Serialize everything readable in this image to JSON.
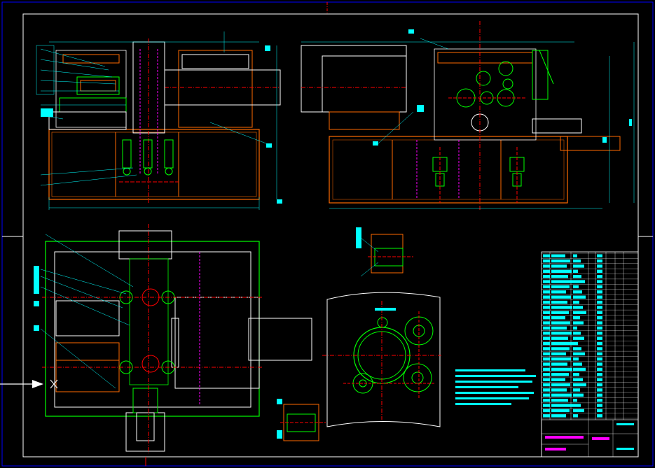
{
  "drawing": {
    "colors": {
      "background": "#000000",
      "border": "#0000ff",
      "frame": "#ffffff",
      "outline": "#00ff00",
      "text": "#00ffff",
      "centerline": "#ff0000",
      "hidden": "#ff00ff",
      "section": "#ff6a00",
      "body": "#ffffff"
    },
    "views": [
      {
        "key": "front-elevation-view"
      },
      {
        "key": "side-elevation-view"
      },
      {
        "key": "plan-view"
      },
      {
        "key": "detail-view-a"
      },
      {
        "key": "detail-view-b"
      },
      {
        "key": "gear-layout-view"
      }
    ],
    "title_block": {
      "rows": 32
    },
    "tech_notes": {
      "lines": 7
    },
    "pointer": {
      "icon": "arrow-pointer-icon"
    }
  }
}
